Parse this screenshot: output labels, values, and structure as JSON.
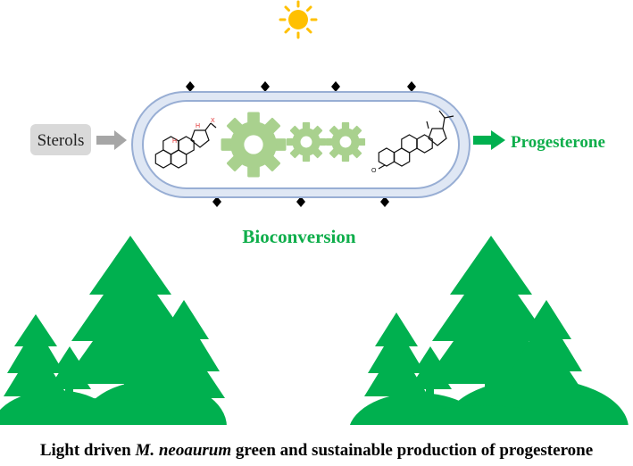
{
  "diagram": {
    "input_label": "Sterols",
    "output_label": "Progesterone",
    "process_label": "Bioconversion",
    "caption_prefix": "Light driven ",
    "caption_italic": "M. neoaurum",
    "caption_suffix": " green and sustainable production of progesterone",
    "sterol_atom_labels": [
      "H",
      "H",
      "X"
    ],
    "progesterone_atom_label": "O",
    "icons": [
      "sun-icon",
      "gear-icon",
      "pine-tree-icon"
    ]
  },
  "colors": {
    "tree_green": "#00b04f",
    "gear_green": "#a9d18e",
    "label_green": "#0fae4b",
    "membrane_fill": "#dfe7f4",
    "membrane_stroke": "#98aed4",
    "arrow_grey": "#a6a6a6",
    "box_grey": "#d9d9d9",
    "sun_yellow": "#ffc000",
    "atom_red": "#e03030"
  }
}
